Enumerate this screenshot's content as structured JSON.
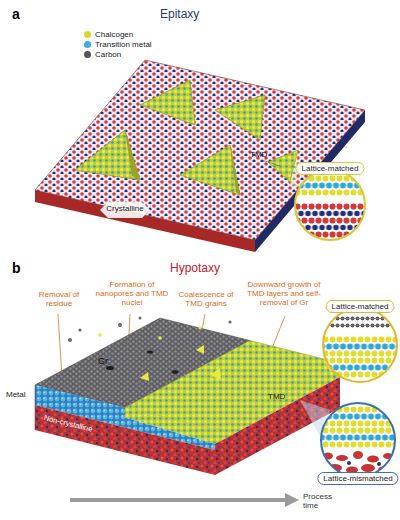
{
  "diagram": {
    "nodes": [
      {
        "text": [
          "Lattice-matched"
        ]
      },
      {
        "text": [
          "Lattice-matched"
        ]
      },
      {
        "text": [
          "Lattice-mismatched"
        ]
      }
    ],
    "labels": [
      "a",
      "Epitaxy",
      "TMD",
      "Crystalline",
      "b",
      "Hypotaxy",
      "Removal of residue",
      "Formation of nanopores and TMD nuclei",
      "Coalescence of TMD grains",
      "Downward growth of TMD layers and self-removal of Gr",
      "Gr",
      "Metal",
      "TMD",
      "Non-crystalline",
      "Process time"
    ],
    "legend": [
      {
        "text": "Chalcogen",
        "color": "#d8d82a"
      },
      {
        "text": "Transition metal",
        "color": "#3aaed6"
      },
      {
        "text": "Carbon",
        "color": "#555555"
      }
    ]
  }
}
